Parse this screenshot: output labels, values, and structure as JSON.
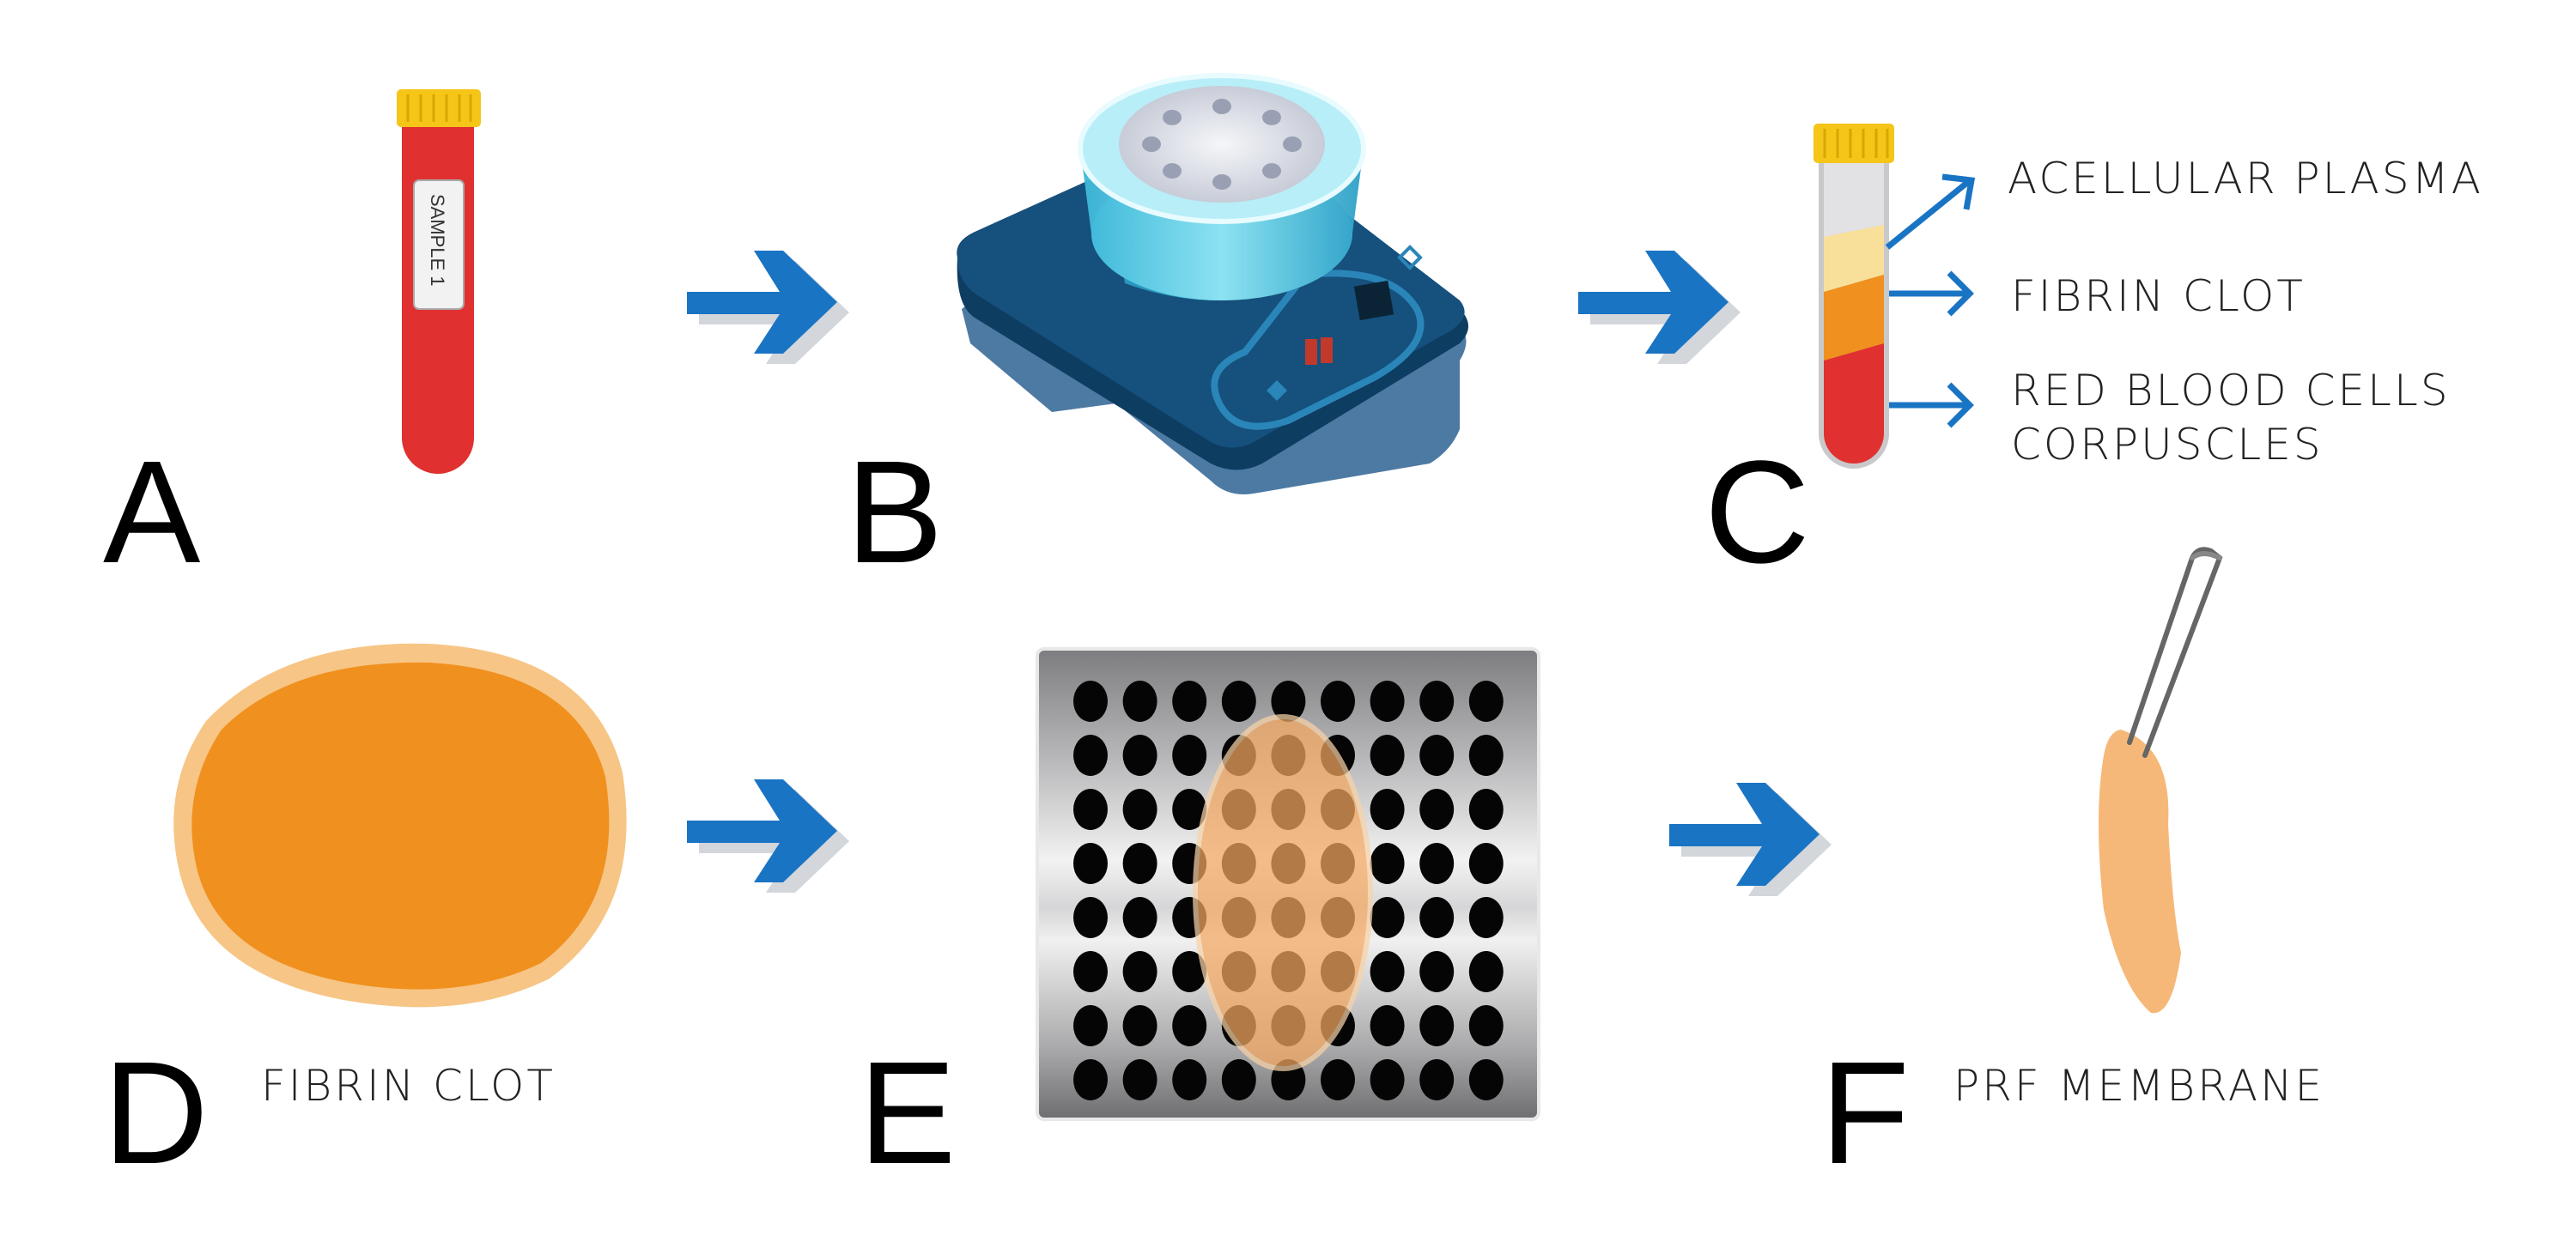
{
  "title": "PRF membrane preparation steps",
  "colors": {
    "arrow": "#1a74c4",
    "arrow_shadow": "#d3d6db",
    "blood_red": "#e03030",
    "cap_yellow": "#f5c518",
    "plasma": "#f9e09a",
    "fibrin": "#f0901e",
    "clot_outer": "#f7c585",
    "centrifuge_dark": "#0e3d62",
    "centrifuge_lid": "#5fd0e8"
  },
  "steps": {
    "a": {
      "letter": "A",
      "tube_label": "SAMPLE 1"
    },
    "b": {
      "letter": "B"
    },
    "c": {
      "letter": "C",
      "layers": [
        "ACELLULAR PLASMA",
        "FIBRIN CLOT",
        "RED BLOOD CELLS",
        "CORPUSCLES"
      ]
    },
    "d": {
      "letter": "D",
      "caption": "FIBRIN CLOT"
    },
    "e": {
      "letter": "E"
    },
    "f": {
      "letter": "F",
      "caption": "PRF MEMBRANE"
    }
  }
}
